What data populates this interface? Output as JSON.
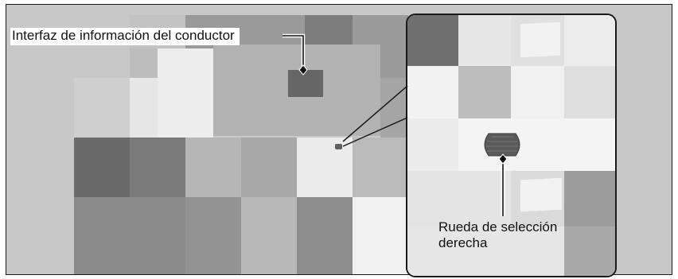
{
  "callouts": {
    "driver_info_interface": "Interfaz de información del conductor",
    "right_selector_wheel_line1": "Rueda de selección",
    "right_selector_wheel_line2": "derecha"
  },
  "colors": {
    "frame_stroke": "#1a1a1a",
    "display_rect": "#666666",
    "wheel": "#5a5a5a"
  }
}
